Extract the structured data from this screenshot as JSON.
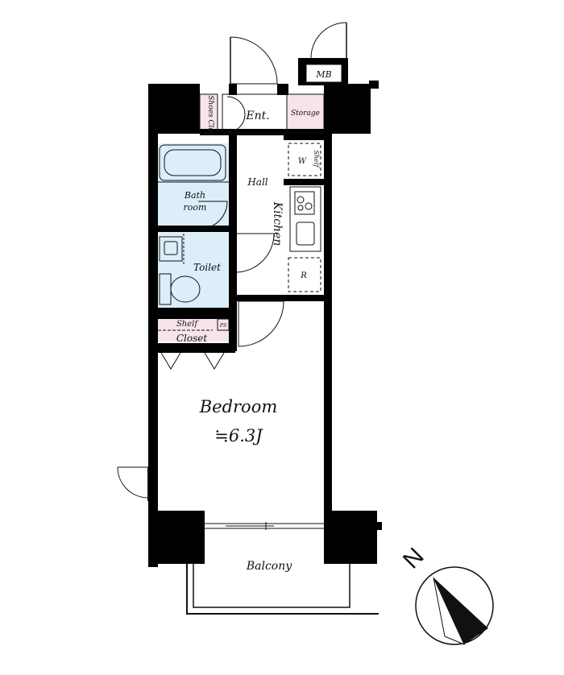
{
  "rooms": {
    "shoes_closet": "Shoes Clo",
    "entrance": "Ent.",
    "storage": "Storage",
    "meter_box": "MB",
    "shelf_top": "Shelf",
    "washer": "W",
    "hall": "Hall",
    "kitchen": "Kitchen",
    "fridge": "R",
    "bath_line1": "Bath",
    "bath_line2": "room",
    "toilet": "Toilet",
    "shelf_lower": "Shelf",
    "ps": "PS",
    "closet": "Closet",
    "bedroom": "Bedroom",
    "bedroom_size": "≒6.3J",
    "balcony": "Balcony"
  },
  "compass": {
    "label": "N"
  },
  "colors": {
    "wet_area": "#dceefa",
    "storage_pink": "#f7e4e8",
    "wall": "#000000"
  }
}
